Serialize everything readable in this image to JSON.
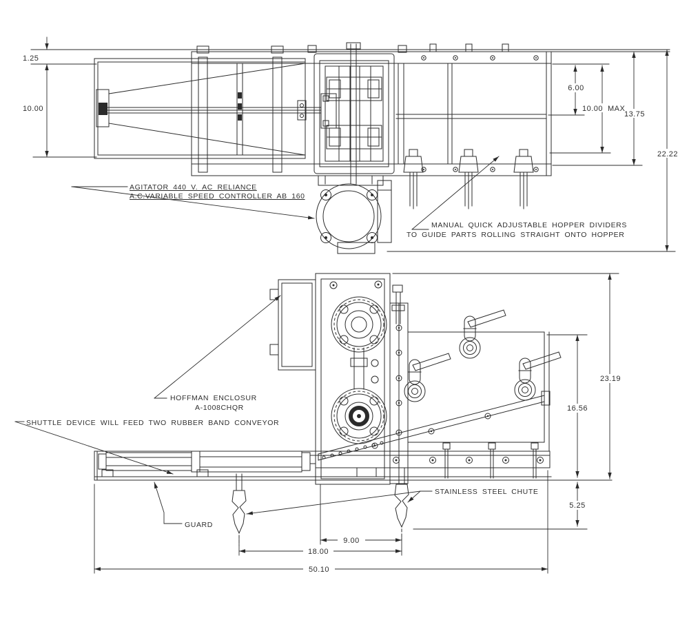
{
  "colors": {
    "line": "#2b2b2b",
    "text": "#2f2f2f",
    "background": "#ffffff"
  },
  "annotations": {
    "agitator": [
      "AGITATOR 440 V. AC RELIANCE",
      "A.C.VARIABLE SPEED CONTROLLER AB 160"
    ],
    "hopper_dividers": [
      "MANUAL QUICK ADJUSTABLE HOPPER DIVIDERS",
      "TO GUIDE PARTS ROLLING STRAIGHT ONTO HOPPER"
    ],
    "hoffman": [
      "HOFFMAN ENCLOSUR",
      "A-1008CHQR"
    ],
    "shuttle": "SHUTTLE DEVICE WILL FEED TWO RUBBER BAND CONVEYOR",
    "chute": "STAINLESS STEEL CHUTE",
    "guard": "GUARD"
  },
  "dimensions": {
    "top_view": {
      "offset_top": "1.25",
      "agitator_height": "10.00",
      "divider_first": "6.00",
      "divider_max_value": "10.00",
      "divider_max_suffix": "MAX",
      "hopper_width": "13.75",
      "overall": "22.22"
    },
    "side_view": {
      "overall_height": "23.19",
      "panel_height": "16.56",
      "chute_drop": "5.25",
      "chute_center_offset": "9.00",
      "chute_spacing": "18.00",
      "overall_length": "50.10"
    }
  }
}
